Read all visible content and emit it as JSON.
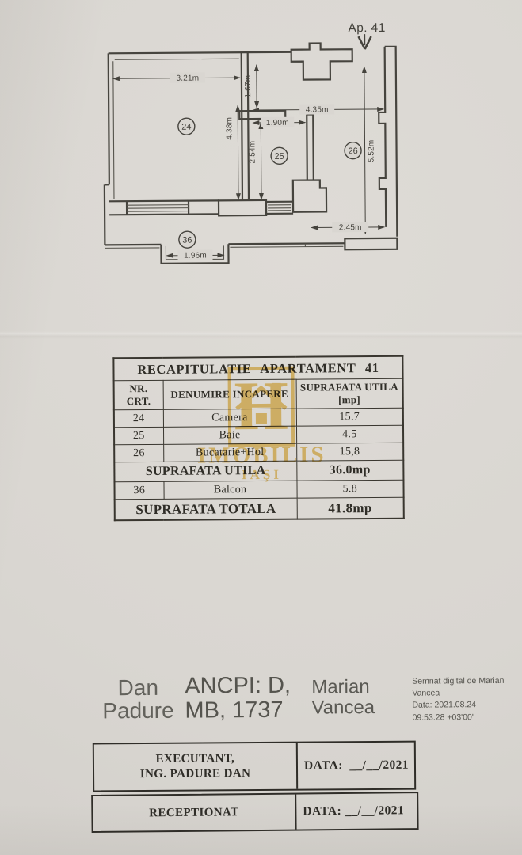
{
  "plan": {
    "apartment_label": "Ap. 41",
    "room_numbers": {
      "camera": "24",
      "baie": "25",
      "bucatarie": "26",
      "balcon": "36"
    },
    "dimensions": {
      "camera_width": "3.21m",
      "hol_width": "1.67m",
      "top_width": "4.35m",
      "baie_width": "1.90m",
      "camera_height": "4.38m",
      "baie_height": "2.54m",
      "right_height": "5.52m",
      "bucatarie_width": "2.45m",
      "balcon_opening": "1.96m"
    }
  },
  "recap": {
    "title": "RECAPITULATIE APARTAMENT 41",
    "headers": {
      "nr": "NR. CRT.",
      "name": "DENUMIRE INCAPERE",
      "area": "SUPRAFATA UTILA [mp]"
    },
    "rows": [
      {
        "nr": "24",
        "name": "Camera",
        "area": "15.7"
      },
      {
        "nr": "25",
        "name": "Baie",
        "area": "4.5"
      },
      {
        "nr": "26",
        "name": "Bucatarie+Hol",
        "area": "15,8"
      }
    ],
    "utila": {
      "label": "SUPRAFATA UTILA",
      "value": "36.0mp"
    },
    "balcon": {
      "nr": "36",
      "name": "Balcon",
      "area": "5.8"
    },
    "totala": {
      "label": "SUPRAFATA TOTALA",
      "value": "41.8mp"
    }
  },
  "watermark": {
    "brand": "IMOBILIS",
    "city": "IAŞI"
  },
  "signatures": {
    "executant": [
      "Dan",
      "Padure"
    ],
    "ancpi": [
      "ANCPI: D,",
      "MB, 1737"
    ],
    "signer": [
      "Marian",
      "Vancea"
    ],
    "digital_stamp": [
      "Semnat digital de Marian",
      "Vancea",
      "Data: 2021.08.24",
      "09:53:28 +03'00'"
    ]
  },
  "footer": {
    "executant_box": {
      "line1": "EXECUTANT,",
      "line2": "ING. PADURE DAN",
      "data": "DATA:  __/__/2021"
    },
    "receptionat_box": {
      "line1": "RECEPTIONAT",
      "data": "DATA: __/__/2021"
    }
  }
}
